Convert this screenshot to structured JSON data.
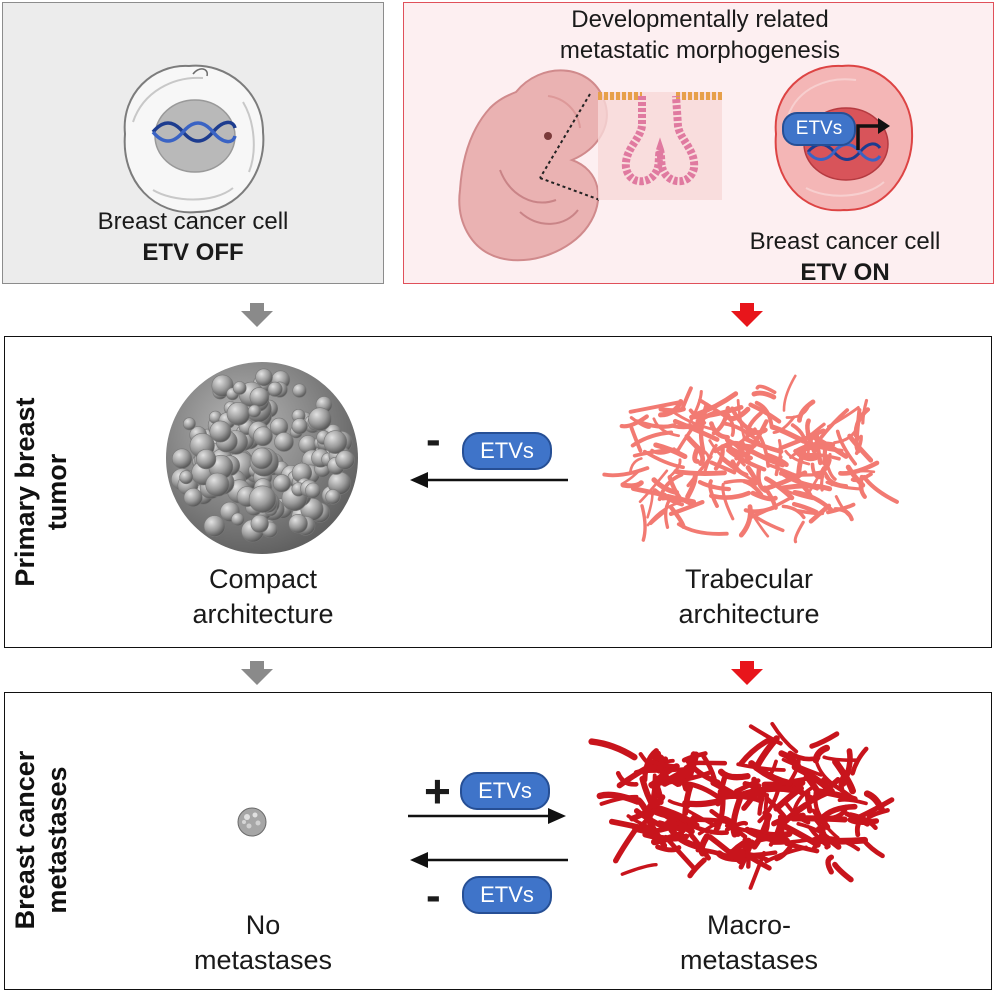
{
  "top_left": {
    "line1": "Breast cancer cell",
    "line2": "ETV OFF"
  },
  "top_right": {
    "title_line1": "Developmentally related",
    "title_line2": "metastatic morphogenesis",
    "badge": "ETVs",
    "line1": "Breast cancer cell",
    "line2": "ETV ON"
  },
  "primary": {
    "side_label_line1": "Primary breast",
    "side_label_line2": "tumor",
    "left_line1": "Compact",
    "left_line2": "architecture",
    "right_line1": "Trabecular",
    "right_line2": "architecture",
    "sign": "-",
    "pill": "ETVs"
  },
  "metastases": {
    "side_label_line1": "Breast cancer",
    "side_label_line2": "metastases",
    "left_line1": "No",
    "left_line2": "metastases",
    "right_line1": "Macro-",
    "right_line2": "metastases",
    "plus_sign": "+",
    "plus_pill": "ETVs",
    "minus_sign": "-",
    "minus_pill": "ETVs"
  },
  "colors": {
    "off_arrow": "#8a8a8a",
    "on_arrow": "#e8151b",
    "pill_blue": "#3f74c9",
    "trabecular": "#f27a72",
    "macro": "#c8141c",
    "compact": "#9a9a9a"
  },
  "icons": {
    "dna": "dna-helix-icon",
    "embryo": "embryo-icon",
    "activation": "gene-activation-arrow-icon"
  }
}
